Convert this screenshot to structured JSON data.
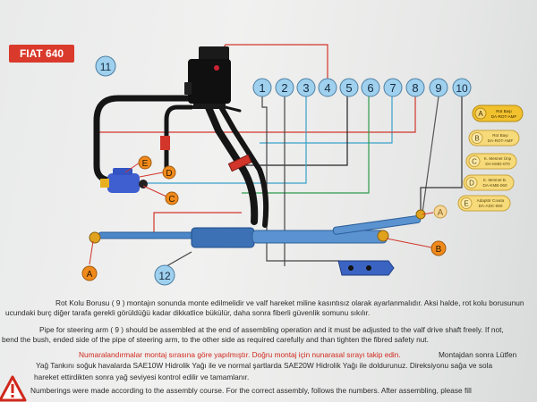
{
  "header": {
    "brand_label": "FIAT 640"
  },
  "diagram": {
    "callouts": [
      {
        "label": "1"
      },
      {
        "label": "2"
      },
      {
        "label": "3"
      },
      {
        "label": "4"
      },
      {
        "label": "5"
      },
      {
        "label": "6"
      },
      {
        "label": "7"
      },
      {
        "label": "8"
      },
      {
        "label": "9"
      },
      {
        "label": "10"
      },
      {
        "label": "11"
      },
      {
        "label": "12"
      }
    ],
    "letters": {
      "A": "A",
      "B": "B",
      "C": "C",
      "D": "D",
      "E": "E"
    },
    "legend": [
      {
        "letter": "A",
        "line1": "Rot Başı",
        "line2": "DA-ROT-AMF"
      },
      {
        "letter": "B",
        "line1": "Rot Başı",
        "line2": "DA-ROT-AMF"
      },
      {
        "letter": "C",
        "line1": "K. Mesnet Ünp",
        "line2": "DA-KMD-070"
      },
      {
        "letter": "D",
        "line1": "K. Mesnet B.",
        "line2": "DA-KMB-060"
      },
      {
        "letter": "E",
        "line1": "Adaptör Cıvata",
        "line2": "DA-ADC-060"
      }
    ]
  },
  "instructions": [
    "Rot Kolu Borusu ( 9 ) montajın sonunda monte edilmelidir ve valf hareket miline kasıntısız olarak ayarlanmalıdır. Aksi halde, rot kolu borusunun",
    "ucundaki burç diğer tarafa gerekli görüldüğü kadar dikkatlice bükülür, daha sonra fiberli güvenlik somunu sıkılır.",
    "Pipe for steering arm ( 9 ) should be assembled at the end of assembling operation and it must be adjusted to the valf drive shaft freely. If not,",
    "bend the bush, ended side of the pipe of steering arm, to the other side as required carefully and than tighten the fibred safety nut.",
    "Numaralandırmalar montaj sırasına göre yapılmıştır. Doğru montaj için nunarasal sırayı takip edin.",
    "Montajdan sonra  Lütfen",
    "Yağ Tankını  soğuk havalarda SAE10W Hidrolik Yağı ile ve normal  şartlarda SAE20W  Hidrolik Yağı ile doldurunuz.  Direksiyonu sağa  ve  sola",
    "hareket ettirdikten sonra yağ seviyesi kontrol edilir ve tamamlanır.",
    "Numberings were made according to the assembly course. For the correct assembly, follows the numbers. After assembling, please fill"
  ],
  "colors": {
    "brand_red": "#d93a2b",
    "callout_blue": "#9fd0ee",
    "legend_yellow": "#f2c12e",
    "letter_orange": "#f08a1c",
    "cylinder_blue": "#4a86c8",
    "warning_text_red": "#d0281d"
  },
  "icons": [
    "warning-triangle-icon",
    "oil-reservoir-icon",
    "power-cylinder-icon",
    "bracket-icon"
  ]
}
